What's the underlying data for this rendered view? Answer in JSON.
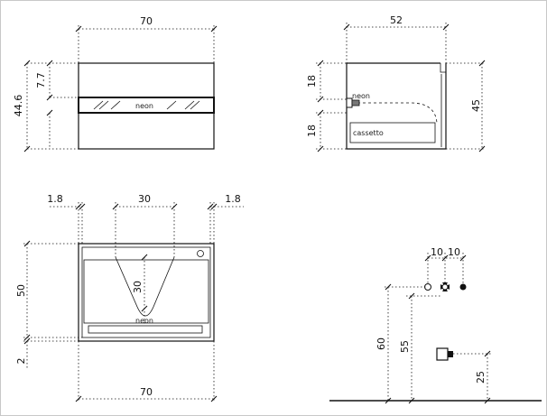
{
  "front_view": {
    "width_label": "70",
    "height_label": "44.6",
    "top_offset_label": "7.7",
    "neon_label": "neon"
  },
  "side_view": {
    "depth_label": "52",
    "height_label": "45",
    "top_offset_label": "18",
    "bottom_offset_label": "18",
    "neon_label": "neon",
    "drawer_label": "cassetto"
  },
  "plan_view": {
    "left_offset_label": "1.8",
    "sink_width_label": "30",
    "right_offset_label": "1.8",
    "depth_label": "50",
    "sink_depth_label": "30",
    "neon_label": "neon",
    "gap_label": "2",
    "width_label": "70"
  },
  "plumbing_view": {
    "spacing_left_label": "10",
    "spacing_right_label": "10",
    "height_60_label": "60",
    "height_55_label": "55",
    "drain_height_label": "25"
  }
}
